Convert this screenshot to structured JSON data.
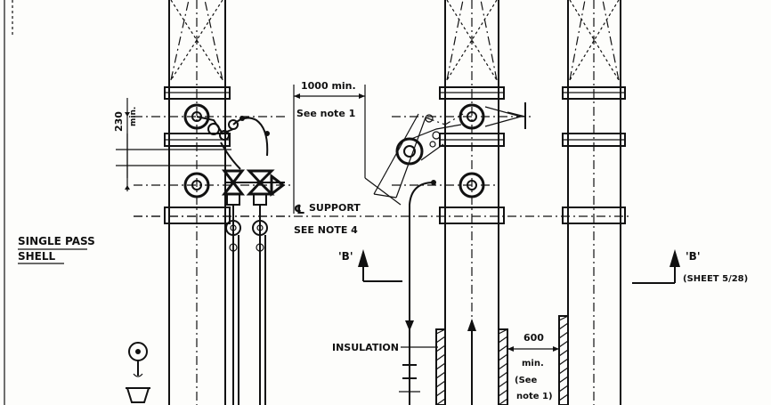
{
  "labels": {
    "dim_230": "230",
    "dim_230_min": "min.",
    "dim_1000": "1000 min.",
    "see_note_1": "See note 1",
    "support_symbol": "℄",
    "support": "SUPPORT",
    "see_note_4": "SEE NOTE 4",
    "single_pass": "SINGLE PASS",
    "shell": "SHELL",
    "section_b_left": "'B'",
    "section_b_right": "'B'",
    "sheet_ref": "(SHEET 5/28)",
    "insulation": "INSULATION",
    "dim_600": "600",
    "dim_600_min": "min.",
    "see_note_1_paren_a": "(See",
    "see_note_1_paren_b": "note 1)"
  }
}
